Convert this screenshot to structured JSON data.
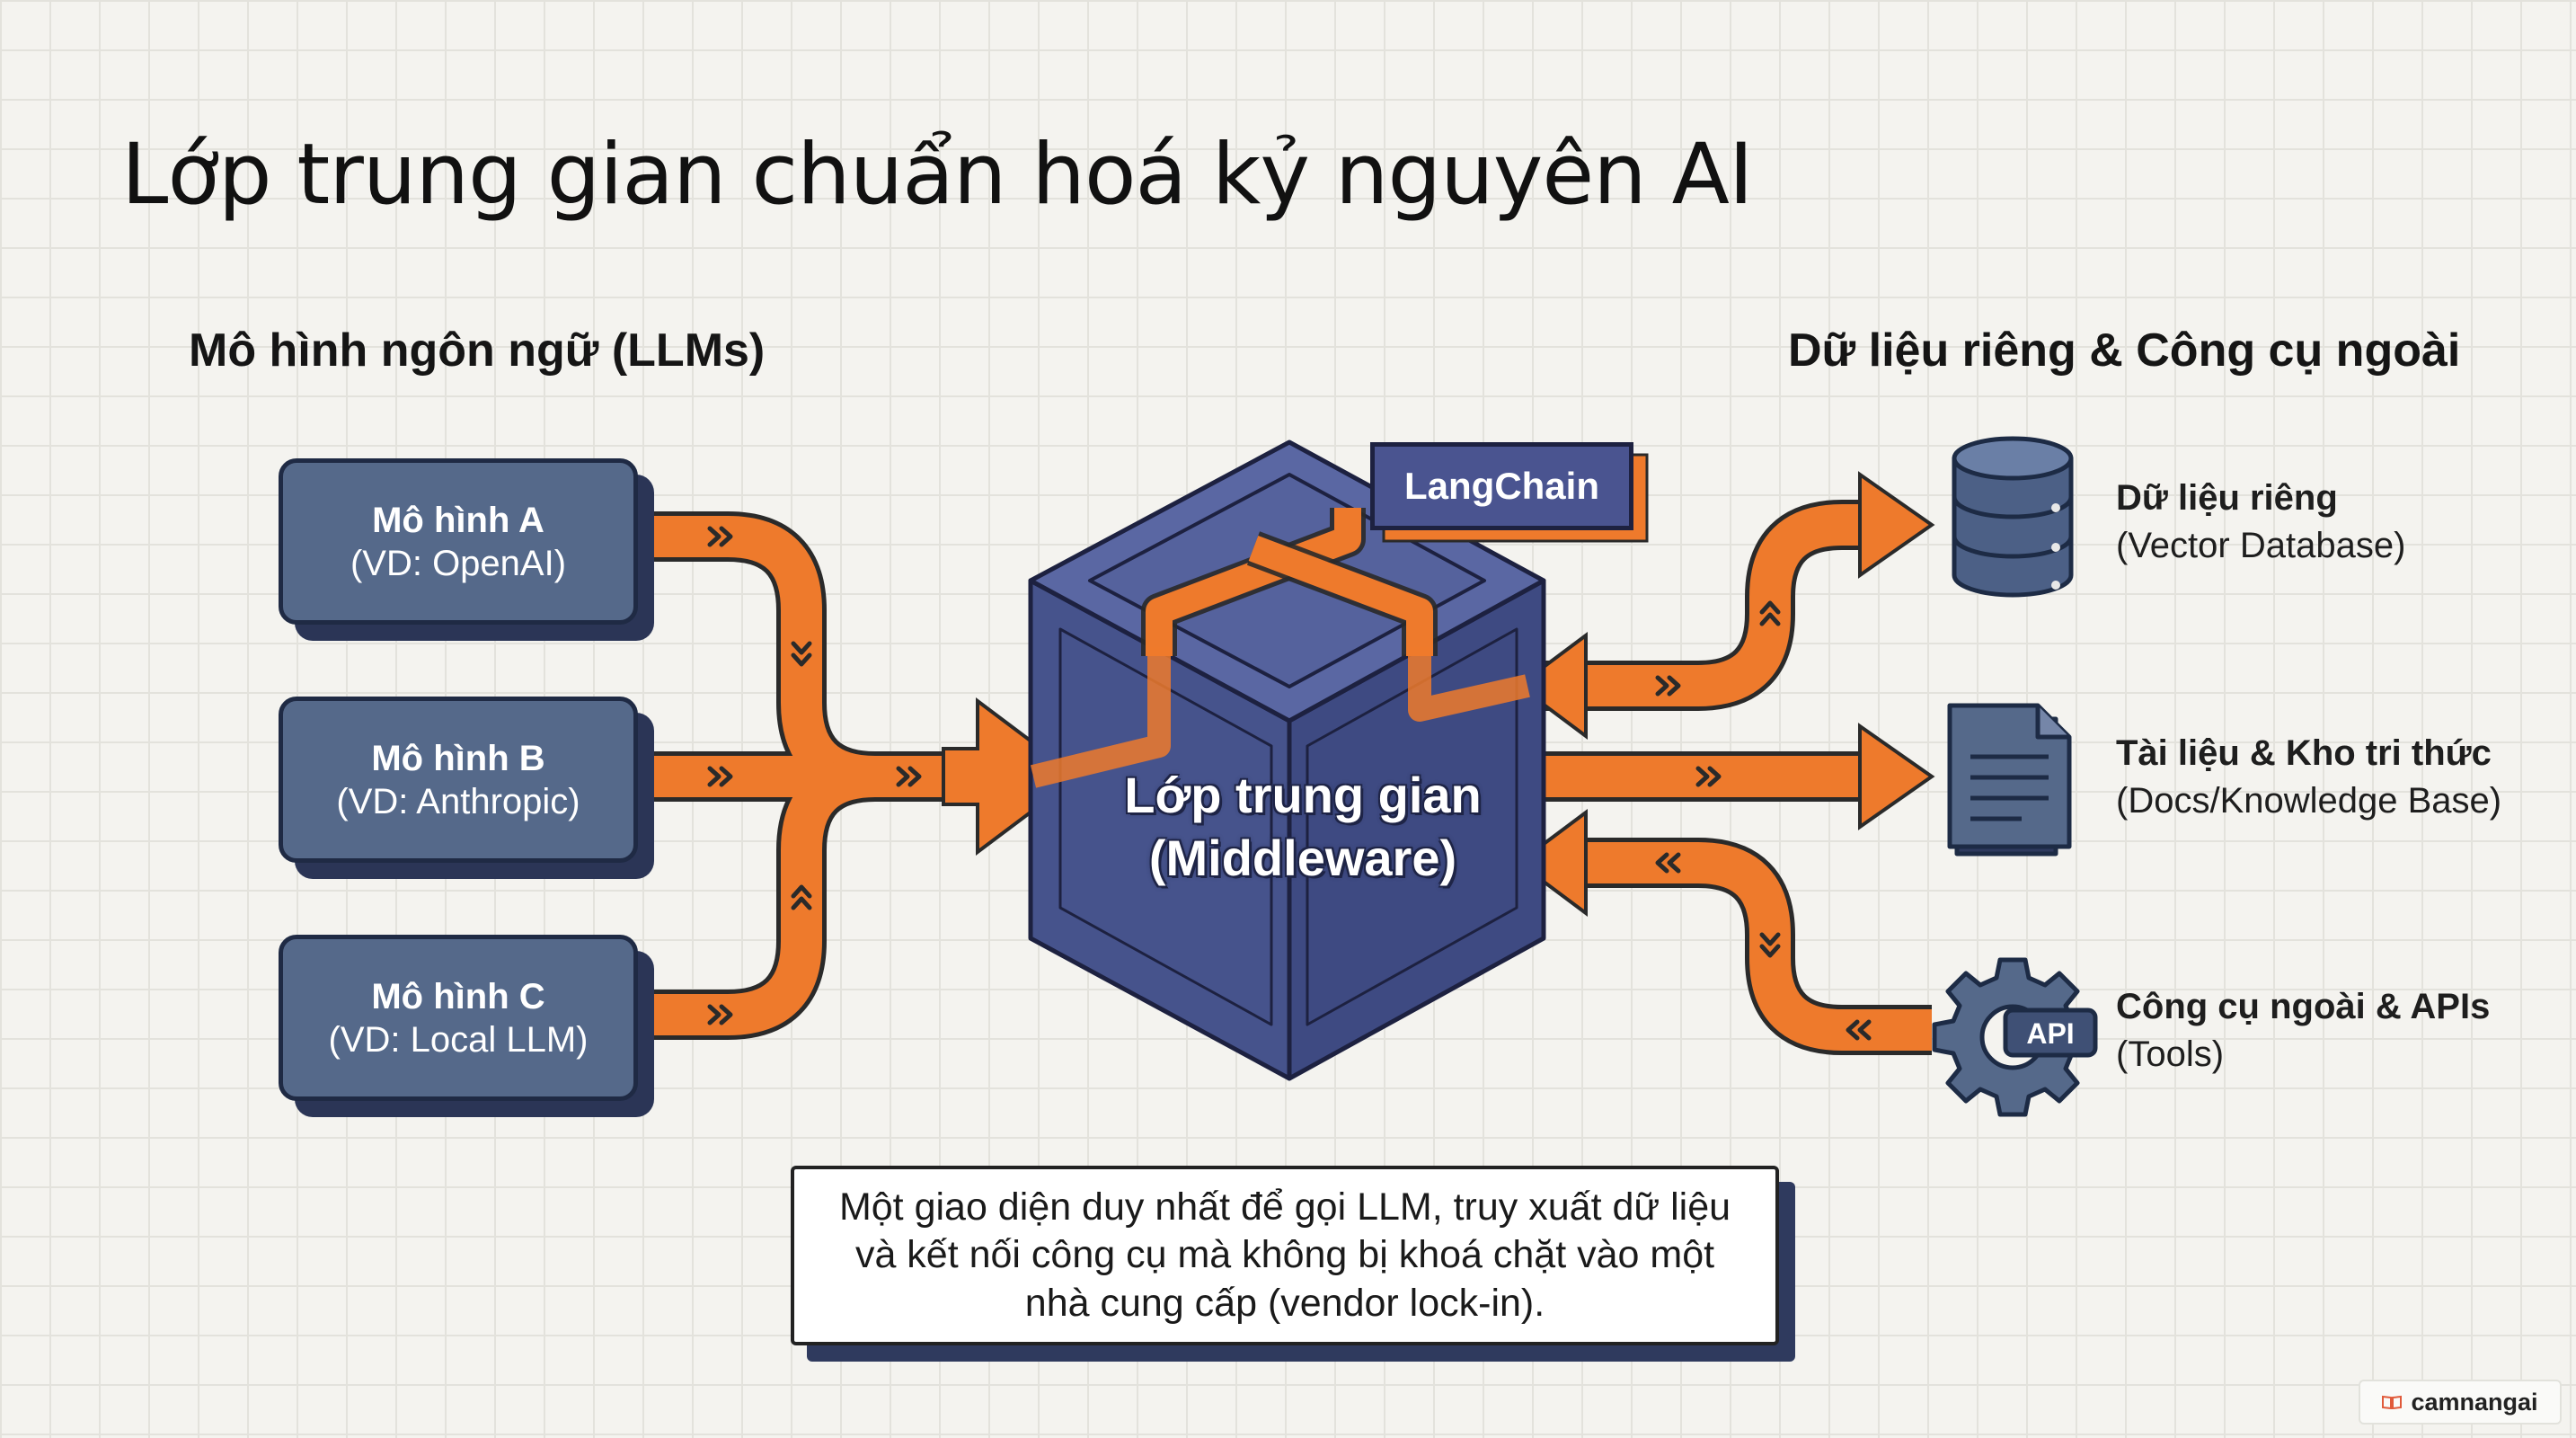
{
  "title": "Lớp trung gian chuẩn hoá kỷ nguyên AI",
  "left_heading": "Mô hình ngôn ngữ (LLMs)",
  "right_heading": "Dữ liệu riêng & Công cụ ngoài",
  "models": [
    {
      "name": "Mô hình A",
      "sub": "(VD: OpenAI)"
    },
    {
      "name": "Mô hình B",
      "sub": "(VD: Anthropic)"
    },
    {
      "name": "Mô hình C",
      "sub": "(VD: Local LLM)"
    }
  ],
  "middleware": {
    "badge": "LangChain",
    "line1": "Lớp trung gian",
    "line2": "(Middleware)"
  },
  "resources": [
    {
      "name": "Dữ liệu riêng",
      "sub": "(Vector Database)",
      "icon": "database-icon"
    },
    {
      "name": "Tài liệu & Kho tri thức",
      "sub": "(Docs/Knowledge Base)",
      "icon": "document-icon"
    },
    {
      "name": "Công cụ ngoài & APIs",
      "sub": "(Tools)",
      "icon": "gear-api-icon"
    }
  ],
  "api_label": "API",
  "caption": "Một giao diện duy nhất để gọi LLM, truy xuất dữ liệu và kết nối công cụ mà không bị khoá chặt vào một nhà cung cấp (vendor lock-in).",
  "watermark": "camnangai",
  "colors": {
    "arrow_orange": "#ee7a2c",
    "arrow_outline": "#2a2a2a",
    "box_fill": "#55698a",
    "cube_fill": "#4b5a92",
    "dark_navy": "#1f2a44"
  }
}
